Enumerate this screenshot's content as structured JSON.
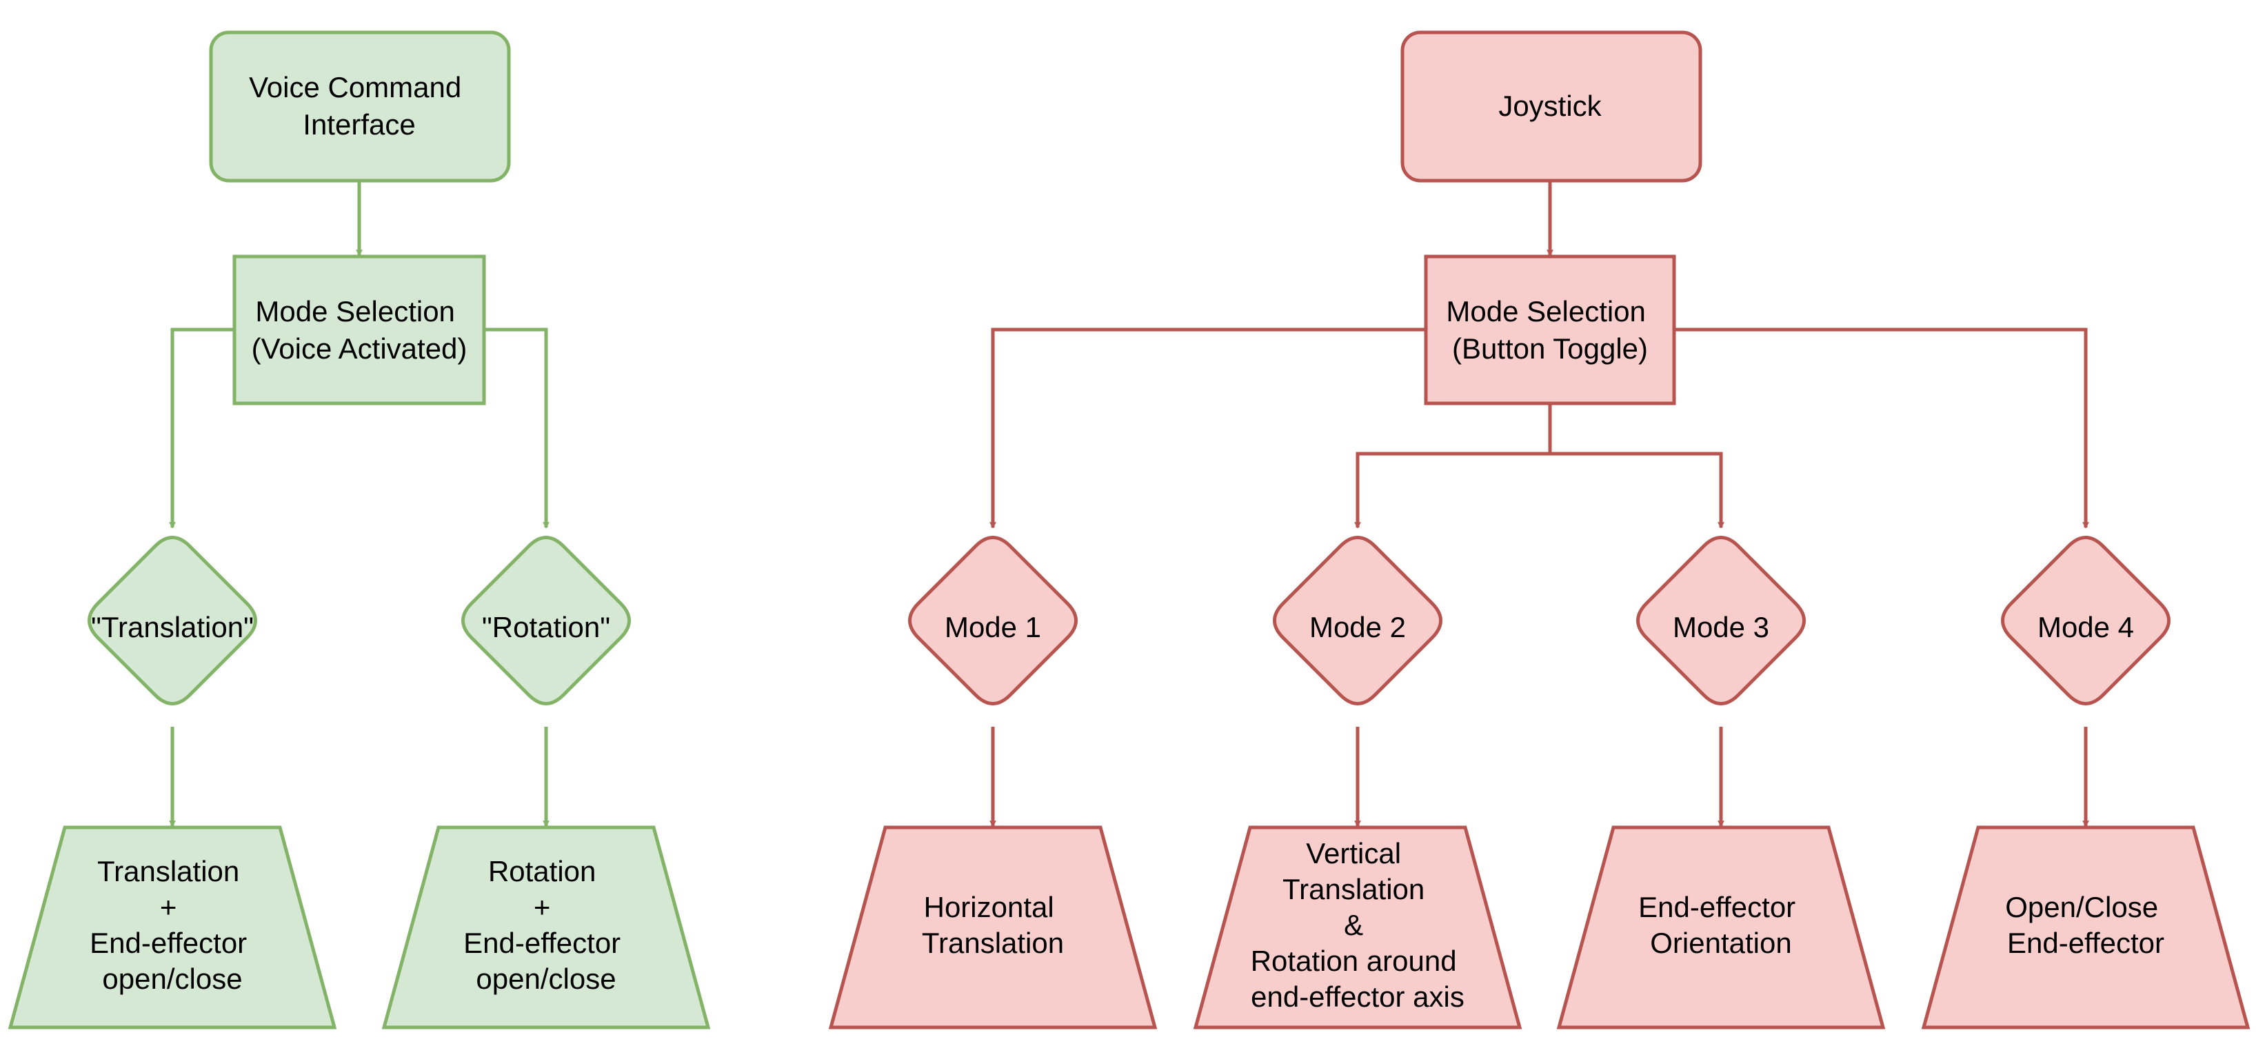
{
  "colors": {
    "green_fill": "#d5e8d4",
    "green_stroke": "#82b366",
    "red_fill": "#f8cecc",
    "red_stroke": "#b85450",
    "text": "#000000"
  },
  "voice": {
    "interface_lines": [
      "Voice Command",
      "Interface"
    ],
    "mode_selection_lines": [
      "Mode Selection",
      "(Voice Activated)"
    ],
    "translation_label": "\"Translation\"",
    "rotation_label": "\"Rotation\"",
    "translation_output_lines": [
      "Translation",
      "+",
      "End-effector",
      "open/close"
    ],
    "rotation_output_lines": [
      "Rotation",
      "+",
      "End-effector",
      "open/close"
    ]
  },
  "joystick": {
    "label": "Joystick",
    "mode_selection_lines": [
      "Mode Selection",
      "(Button Toggle)"
    ],
    "modes": [
      {
        "label": "Mode 1",
        "output_lines": [
          "Horizontal",
          "Translation"
        ]
      },
      {
        "label": "Mode 2",
        "output_lines": [
          "Vertical",
          "Translation",
          "&",
          "Rotation around",
          "end-effector axis"
        ]
      },
      {
        "label": "Mode 3",
        "output_lines": [
          "End-effector",
          "Orientation"
        ]
      },
      {
        "label": "Mode 4",
        "output_lines": [
          "Open/Close",
          "End-effector"
        ]
      }
    ]
  }
}
